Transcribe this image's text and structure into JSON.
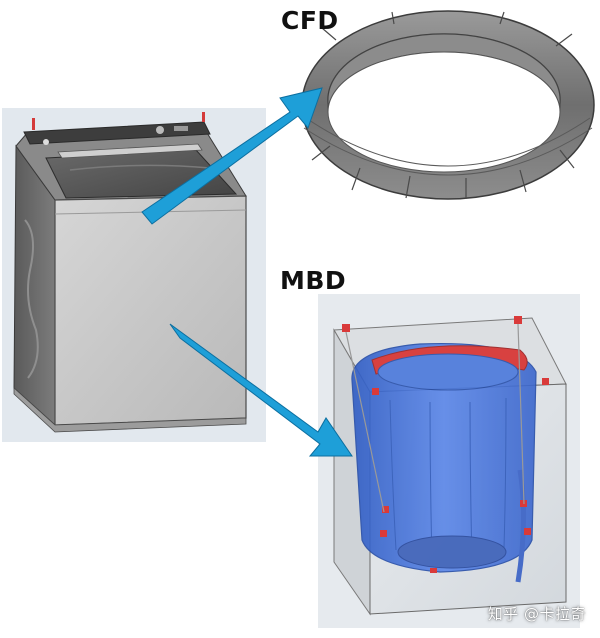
{
  "labels": {
    "cfd": "CFD",
    "mbd": "MBD"
  },
  "watermark": "知乎 @卡拉奇",
  "colors": {
    "arrow": "#1e9fd8",
    "panel_bg": "#e5eaee",
    "ring": "#7b7b7b",
    "tub": "#3d6fd8",
    "tub_rim": "#d8302f"
  }
}
